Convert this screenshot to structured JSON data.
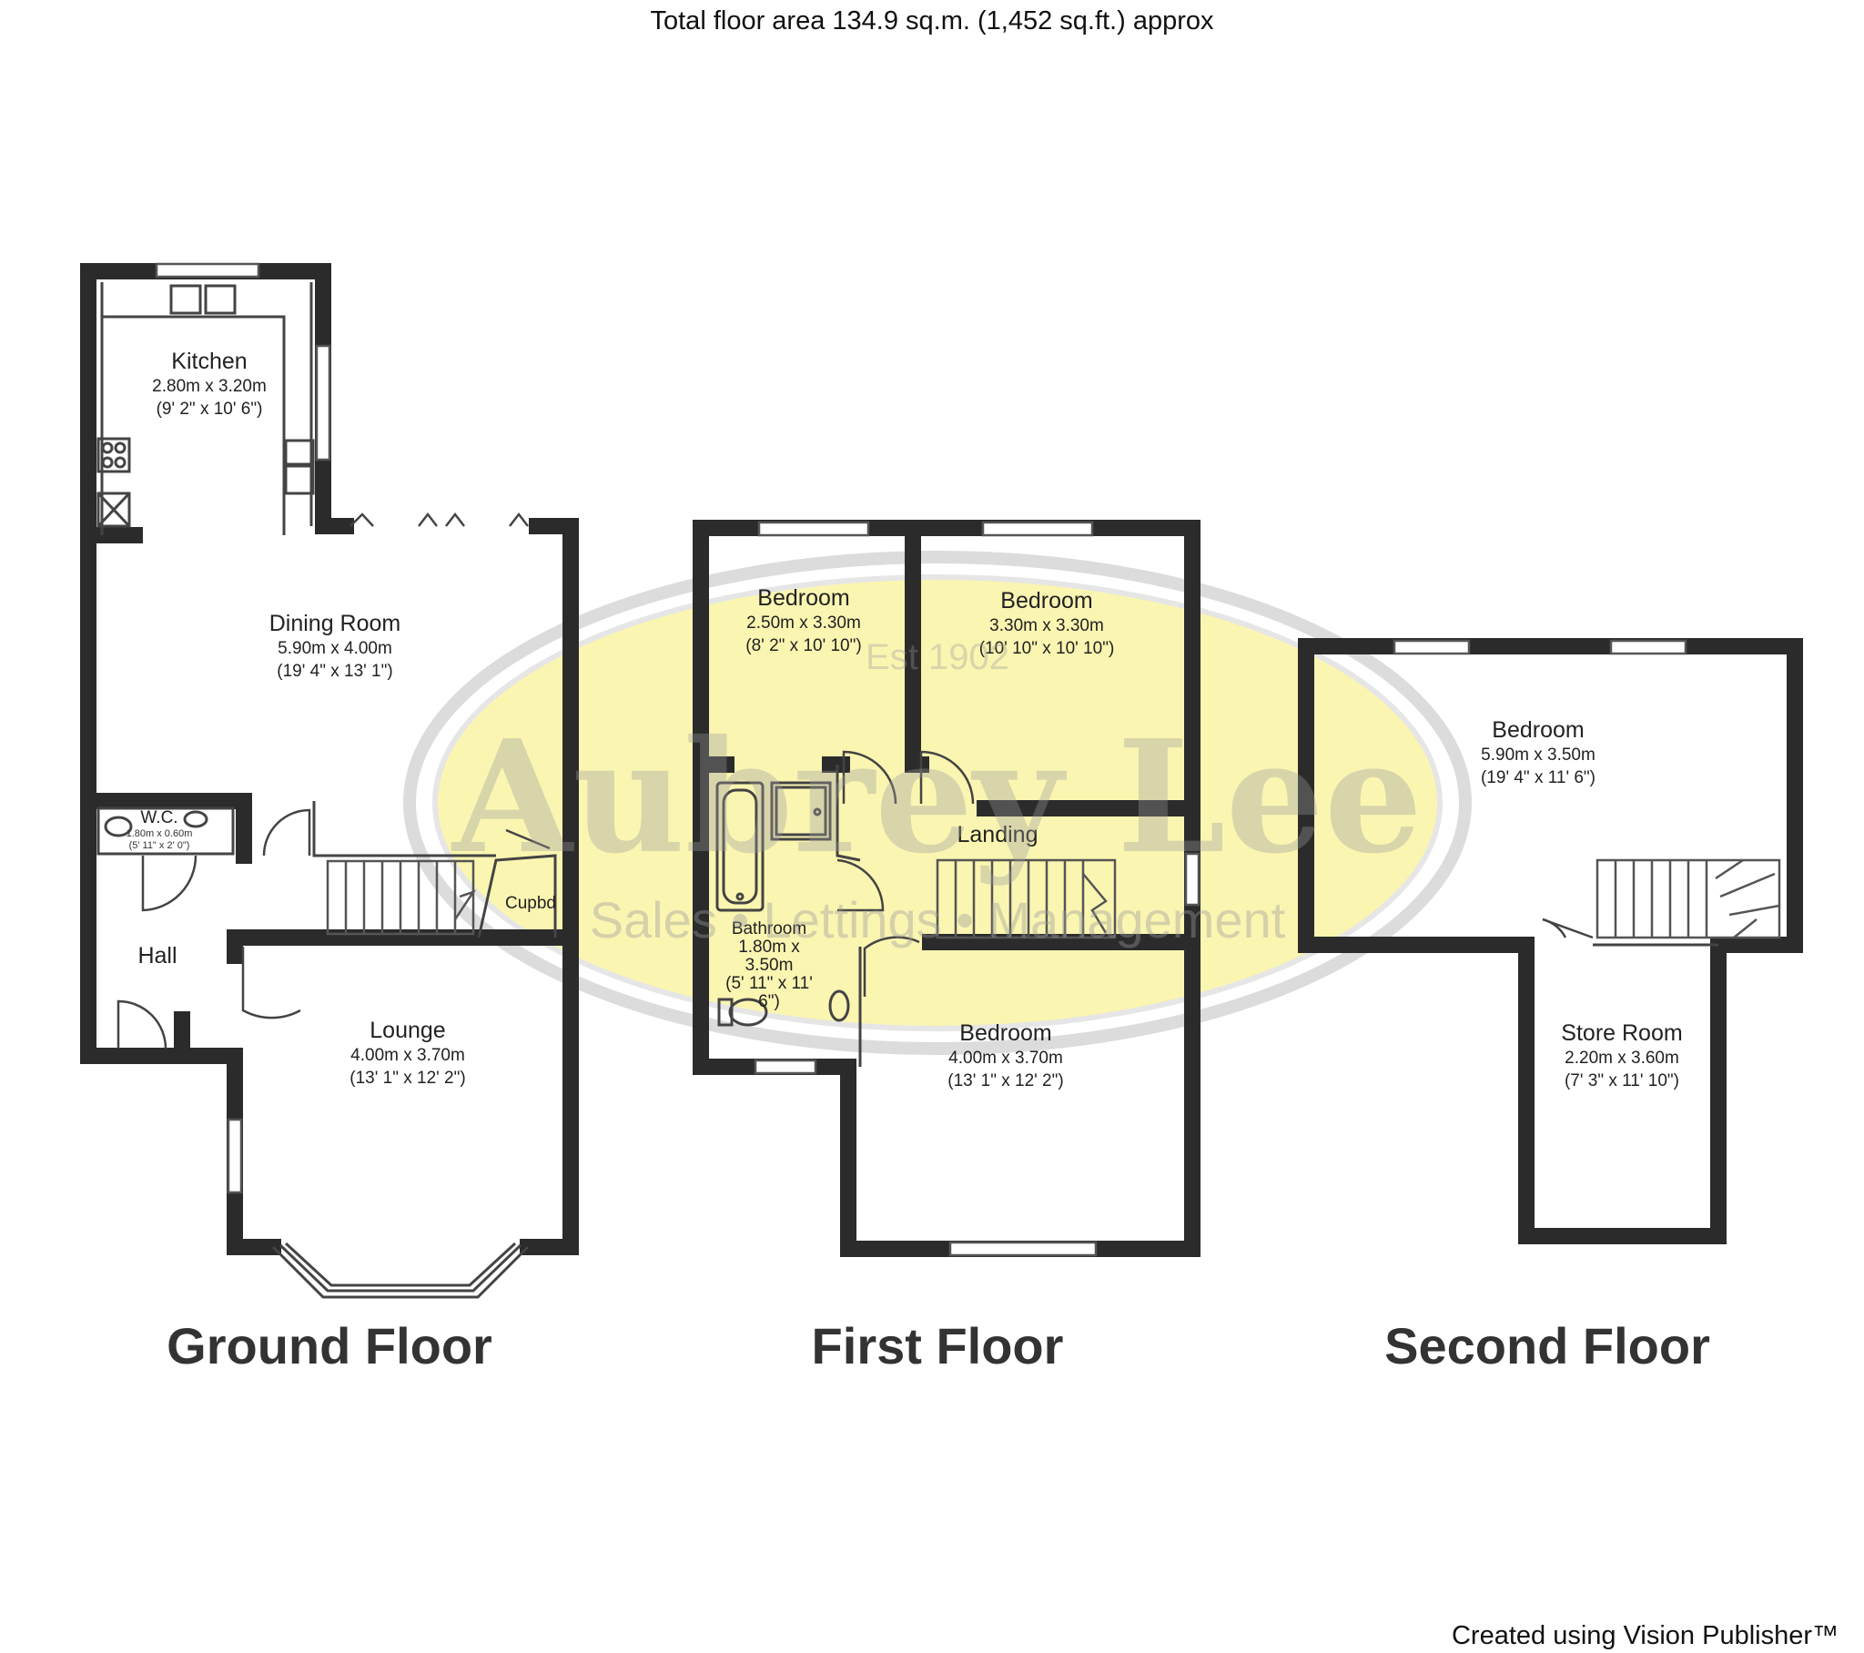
{
  "header": {
    "title": "Total floor area 134.9 sq.m. (1,452 sq.ft.) approx"
  },
  "footer": {
    "credit": "Created using Vision Publisher™"
  },
  "watermark": {
    "brand": "Aubrey Lee",
    "tagline": "Sales • Lettings • Management",
    "established": "Est 1902",
    "colors": {
      "fill": "#fbf5b2",
      "ring": "#d8d8d8",
      "text": "#9a9a9a"
    }
  },
  "floors": {
    "ground": {
      "label": "Ground Floor",
      "rooms": {
        "kitchen": {
          "name": "Kitchen",
          "metric": "2.80m x 3.20m",
          "imperial": "(9' 2\" x 10' 6\")"
        },
        "dining": {
          "name": "Dining Room",
          "metric": "5.90m x 4.00m",
          "imperial": "(19' 4\" x 13' 1\")"
        },
        "wc": {
          "name": "W.C.",
          "metric": "1.80m x 0.60m",
          "imperial": "(5' 11\" x 2' 0\")"
        },
        "hall": {
          "name": "Hall"
        },
        "cupbd": {
          "name": "Cupbd"
        },
        "lounge": {
          "name": "Lounge",
          "metric": "4.00m x 3.70m",
          "imperial": "(13' 1\" x 12' 2\")"
        }
      }
    },
    "first": {
      "label": "First Floor",
      "rooms": {
        "bedroom1": {
          "name": "Bedroom",
          "metric": "2.50m x 3.30m",
          "imperial": "(8' 2\" x 10' 10\")"
        },
        "bedroom2": {
          "name": "Bedroom",
          "metric": "3.30m x 3.30m",
          "imperial": "(10' 10\" x 10' 10\")"
        },
        "landing": {
          "name": "Landing"
        },
        "bathroom": {
          "name": "Bathroom",
          "metric_line1": "1.80m x",
          "metric_line2": "3.50m",
          "imperial_line1": "(5' 11\" x 11'",
          "imperial_line2": "6\")"
        },
        "bedroom3": {
          "name": "Bedroom",
          "metric": "4.00m x 3.70m",
          "imperial": "(13' 1\" x 12' 2\")"
        }
      }
    },
    "second": {
      "label": "Second Floor",
      "rooms": {
        "bedroom": {
          "name": "Bedroom",
          "metric": "5.90m x 3.50m",
          "imperial": "(19' 4\" x 11' 6\")"
        },
        "store": {
          "name": "Store Room",
          "metric": "2.20m x 3.60m",
          "imperial": "(7' 3\" x 11' 10\")"
        }
      }
    }
  }
}
